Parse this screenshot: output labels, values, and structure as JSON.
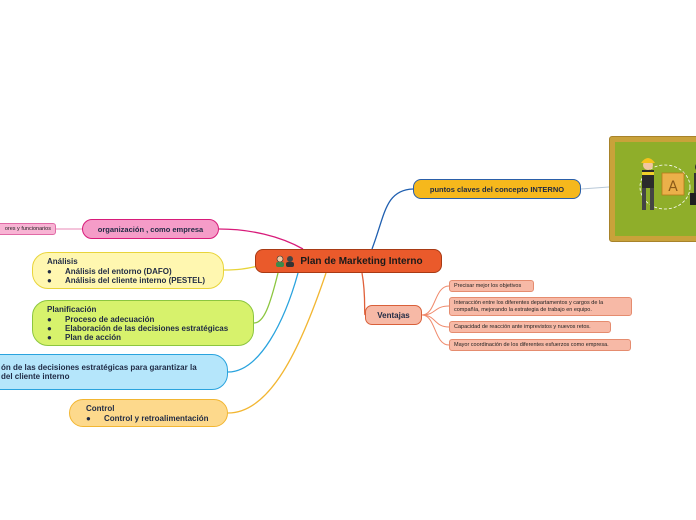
{
  "central": {
    "label": "Plan de Marketing Interno",
    "icon": "people-icon"
  },
  "right": {
    "puntos": {
      "label": "puntos claves del concepto INTERNO"
    },
    "ventajas": {
      "label": "Ventajas",
      "items": [
        "Precisar mejor los objetivos",
        "Interacción entre los diferentes departamentos y cargos de la compañía, mejorando la estrategia de trabajo en equipo.",
        "Capacidad de reacción ante imprevistos y nuevos retos.",
        "Mayor coordinación de los diferentes esfuerzos como empresa."
      ]
    }
  },
  "left": {
    "organizacion": {
      "label": "organización , como empresa",
      "child": "ores y funcionarios"
    },
    "analisis": {
      "title": "Análisis",
      "bullets": [
        "Análisis del entorno (DAFO)",
        "Análisis del cliente interno (PESTEL)"
      ]
    },
    "planificacion": {
      "title": "Planificación",
      "bullets": [
        "Proceso de adecuación",
        "Elaboración de las decisiones estratégicas",
        "Plan de acción"
      ]
    },
    "ejecucion": {
      "lines": [
        "ón de las decisiones estratégicas para garantizar la",
        "del cliente interno"
      ]
    },
    "control": {
      "title": "Control",
      "bullets": [
        "Control y retroalimentación"
      ]
    }
  },
  "bullet_glyph": "●",
  "colors": {
    "central": "#ea5a2b",
    "puntos": "#f6b81c",
    "ventajas": "#f7b9a6",
    "organizacion": "#f59cc8",
    "analisis": "#fff7b0",
    "planificacion": "#d7f26c",
    "ejecucion": "#b5e6fb",
    "control": "#fdd98c"
  }
}
